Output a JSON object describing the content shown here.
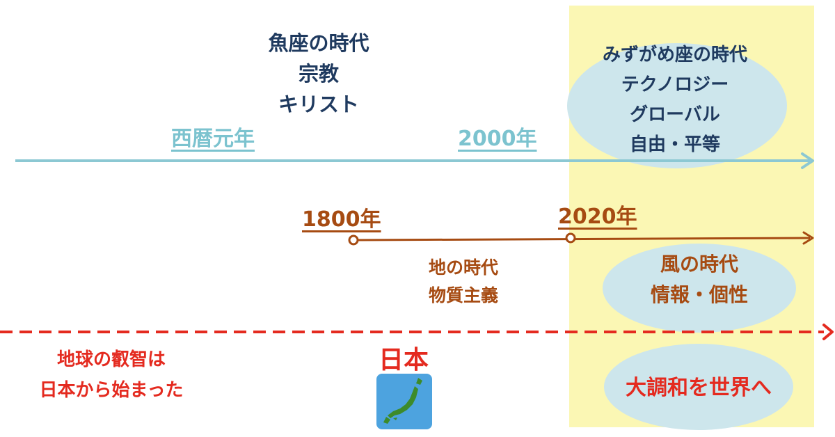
{
  "pisces_era": {
    "lines": [
      "魚座の時代",
      "宗教",
      "キリスト"
    ]
  },
  "top_timeline": {
    "start_label": "西暦元年",
    "mid_label": "2000年",
    "color": "#8cc8d3"
  },
  "aquarius_era": {
    "lines": [
      "みずがめ座の時代",
      "テクノロジー",
      "グローバル",
      "自由・平等"
    ]
  },
  "middle_timeline": {
    "start_label": "1800年",
    "mid_label": "2020年",
    "color": "#a64b12"
  },
  "earth_era": {
    "lines": [
      "地の時代",
      "物質主義"
    ]
  },
  "wind_era": {
    "lines": [
      "風の時代",
      "情報・個性"
    ]
  },
  "bottom_timeline": {
    "color": "#e42a1f"
  },
  "wisdom_note": {
    "lines": [
      "地球の叡智は",
      "日本から始まった"
    ]
  },
  "japan": {
    "label": "日本",
    "icon": "japan-map-icon"
  },
  "harmony": {
    "label": "大調和を世界へ"
  },
  "highlight_color": "#fbf7b4"
}
